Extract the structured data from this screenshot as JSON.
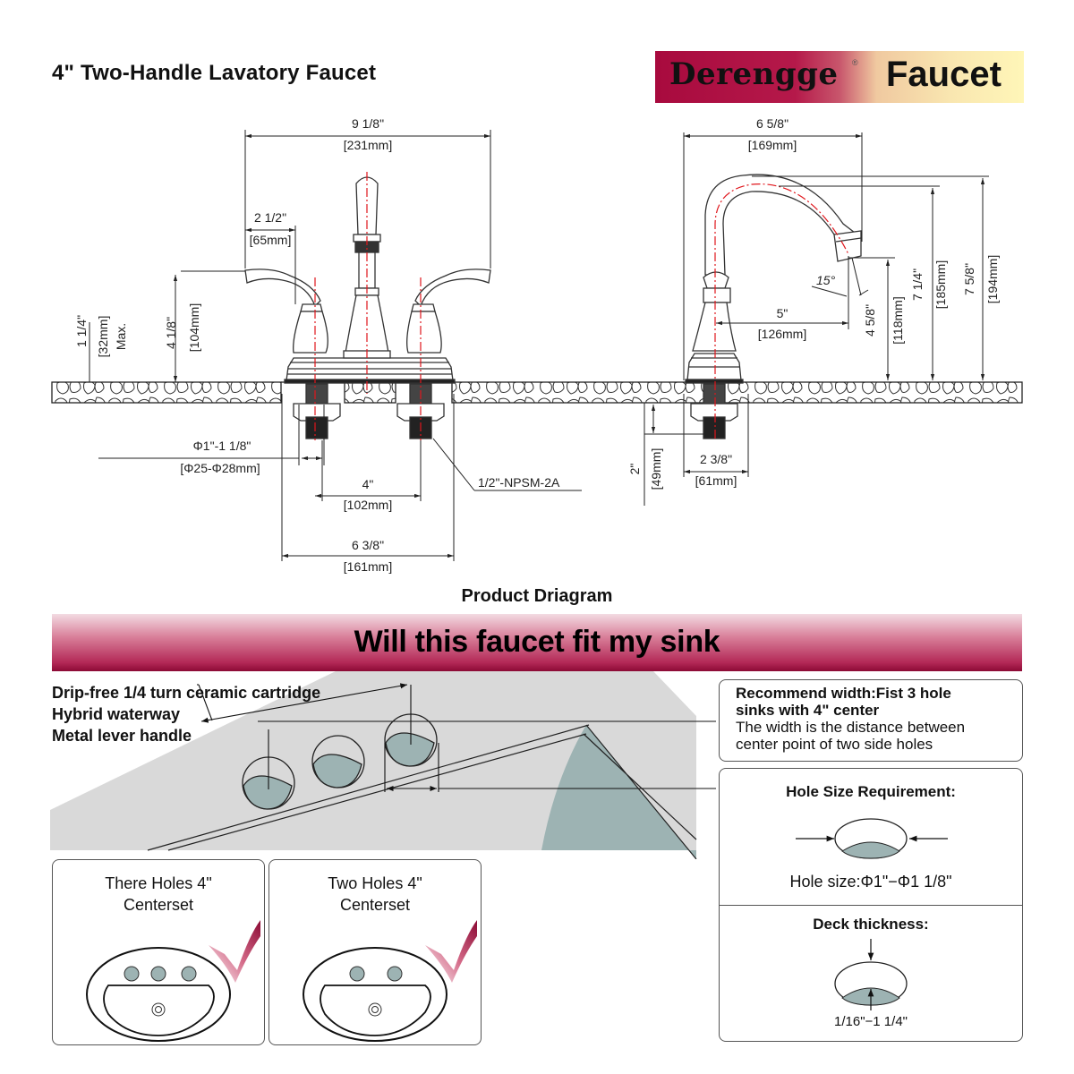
{
  "header": {
    "title": "4\" Two-Handle Lavatory Faucet",
    "brand_name": "Derengge",
    "brand_reg": "®",
    "brand_word": "Faucet",
    "brand_colors": {
      "crimson": "#a80a3e",
      "cream": "#fff6b8"
    }
  },
  "front_view": {
    "overall_width": {
      "imperial": "9 1/8\"",
      "metric": "[231mm]"
    },
    "handle_reach": {
      "imperial": "2 1/2\"",
      "metric": "[65mm]"
    },
    "handle_height": {
      "imperial": "4 1/8\"",
      "metric": "[104mm]"
    },
    "deck_max": {
      "imperial": "1 1/4\"",
      "metric": "[32mm]",
      "note": "Max."
    },
    "hole_diameter": {
      "imperial": "Φ1\"-1 1/8\"",
      "metric": "[Φ25-Φ28mm]"
    },
    "center_spacing": {
      "imperial": "4\"",
      "metric": "[102mm]"
    },
    "base_width": {
      "imperial": "6 3/8\"",
      "metric": "[161mm]"
    },
    "thread_spec": "1/2\"-NPSM-2A"
  },
  "side_view": {
    "spout_reach_total": {
      "imperial": "6 5/8\"",
      "metric": "[169mm]"
    },
    "spout_reach": {
      "imperial": "5\"",
      "metric": "[126mm]"
    },
    "angle": "15°",
    "spout_clearance": {
      "imperial": "4 5/8\"",
      "metric": "[118mm]"
    },
    "spout_height": {
      "imperial": "7 1/4\"",
      "metric": "[185mm]"
    },
    "overall_height": {
      "imperial": "7 5/8\"",
      "metric": "[194mm]"
    },
    "shank_length": {
      "imperial": "2\"",
      "metric": "[49mm]"
    },
    "base_depth": {
      "imperial": "2 3/8\"",
      "metric": "[61mm]"
    }
  },
  "caption": "Product Driagram",
  "banner": "Will this faucet fit my sink",
  "features": [
    "Drip-free 1/4 turn ceramic cartridge",
    "Hybrid waterway",
    "Metal lever handle"
  ],
  "recommend": {
    "bold_line1": "Recommend width:Fist 3 hole",
    "bold_line2": "sinks with 4\" center",
    "line3": "The width is the distance between",
    "line4": "center point of two side holes"
  },
  "requirements": {
    "hole_title": "Hole Size Requirement:",
    "hole_value": "Hole size:Φ1\"−Φ1 1/8\"",
    "deck_title": "Deck thickness:",
    "deck_value": "1/16\"−1 1/4\""
  },
  "sink_options": [
    {
      "line1": "There Holes 4\"",
      "line2": "Centerset",
      "holes": 3,
      "compatible": true
    },
    {
      "line1": "Two Holes 4\"",
      "line2": "Centerset",
      "holes": 2,
      "compatible": true
    }
  ],
  "colors": {
    "accent": "#a80a3e",
    "water": "#9db3b3",
    "sink_gray": "#d9d9d9",
    "centerline": "#e0161c"
  }
}
